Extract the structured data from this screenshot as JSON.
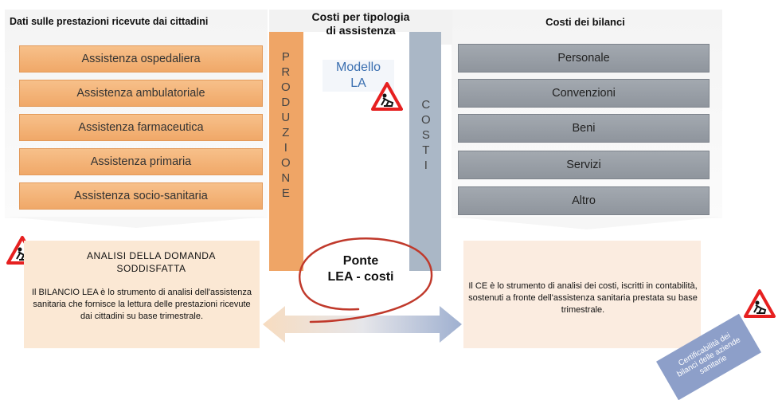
{
  "left_panel": {
    "title": "Dati sulle prestazioni ricevute dai cittadini",
    "items": [
      "Assistenza ospedaliera",
      "Assistenza ambulatoriale",
      "Assistenza farmaceutica",
      "Assistenza primaria",
      "Assistenza socio-sanitaria"
    ]
  },
  "center": {
    "title_line1": "Costi per tipologia",
    "title_line2": "di assistenza",
    "produzione_letters": [
      "P",
      "R",
      "O",
      "D",
      "U",
      "Z",
      "I",
      "O",
      "N",
      "E"
    ],
    "costi_letters": [
      "C",
      "O",
      "S",
      "T",
      "I"
    ],
    "modello_line1": "Modello",
    "modello_line2": "LA",
    "ponte_line1": "Ponte",
    "ponte_line2": "LEA - costi"
  },
  "right_panel": {
    "title": "Costi dei bilanci",
    "items": [
      "Personale",
      "Convenzioni",
      "Beni",
      "Servizi",
      "Altro"
    ]
  },
  "bottom_left": {
    "heading_line1": "ANALISI DELLA DOMANDA",
    "heading_line2": "SODDISFATTA",
    "body": "Il BILANCIO LEA è lo strumento di analisi dell'assistenza sanitaria che fornisce la lettura delle prestazioni ricevute dai cittadini su base trimestrale."
  },
  "bottom_right": {
    "body": "Il CE è lo strumento di analisi dei costi, iscritti in contabilità, sostenuti a fronte dell'assistenza sanitaria prestata su base trimestrale."
  },
  "stamp": {
    "line1": "Certificabilità dei",
    "line2": "bilanci delle aziende",
    "line3": "sanitarie"
  },
  "colors": {
    "orange": "#f0a868",
    "grey": "#959ba3",
    "blue_arrow": "#8fa2c8",
    "red_circle": "#c0392b",
    "warning": "#e62020"
  },
  "icons": [
    "roadwork-warning-icon",
    "double-arrow-icon"
  ]
}
